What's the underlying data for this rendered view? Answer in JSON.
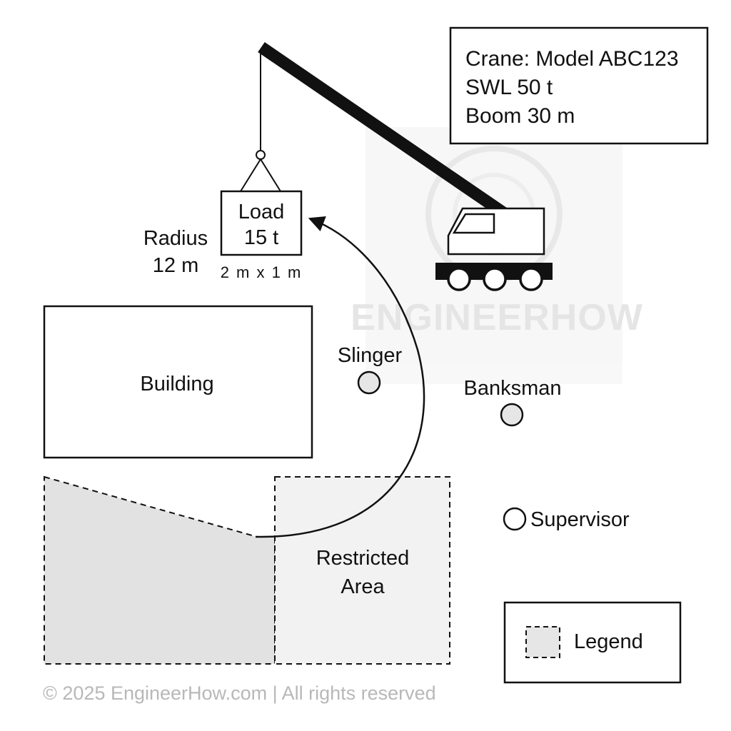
{
  "crane_info": {
    "model": "Crane: Model ABC123",
    "swl": "SWL 50 t",
    "boom": "Boom 30 m"
  },
  "load": {
    "title": "Load",
    "weight": "15 t",
    "size": "2 m x 1 m"
  },
  "radius": {
    "line1": "Radius",
    "line2": "12 m"
  },
  "zones": {
    "building": "Building",
    "restricted_line1": "Restricted",
    "restricted_line2": "Area"
  },
  "personnel": {
    "slinger": "Slinger",
    "banksman": "Banksman",
    "supervisor": "Supervisor"
  },
  "legend": {
    "label": "Legend"
  },
  "watermark": "ENGINEERHOW",
  "footer": "© 2025 EngineerHow.com | All rights reserved",
  "colors": {
    "restricted_fill": "#f2f2f2",
    "hazard_fill": "#e2e2e2",
    "person_fill": "#e6e6e6",
    "crane": "#111111"
  }
}
